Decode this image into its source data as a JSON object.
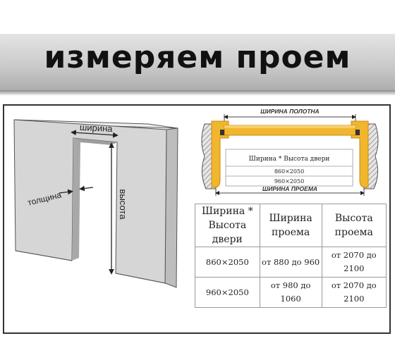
{
  "title": "измеряем проем",
  "left_diagram": {
    "width_label": "ширина",
    "height_label": "высота",
    "thickness_label": "толщина"
  },
  "right_diagram": {
    "leaf_width_label": "ШИРИНА ПОЛОТНА",
    "opening_width_label": "ШИРИНА ПРОЕМА",
    "inner_header": "Ширина * Высота двери",
    "inner_rows": [
      "860×2050",
      "960×2050"
    ]
  },
  "table": {
    "headers": [
      "Ширина * Высота двери",
      "Ширина проема",
      "Высота проема"
    ],
    "rows": [
      [
        "860×2050",
        "от 880 до 960",
        "от 2070 до 2100"
      ],
      [
        "960×2050",
        "от 980 до 1060",
        "от 2070 до 2100"
      ]
    ]
  },
  "colors": {
    "frame": "#f0b62e",
    "frame_dark": "#c98a10",
    "wall": "#d9d9d9"
  }
}
